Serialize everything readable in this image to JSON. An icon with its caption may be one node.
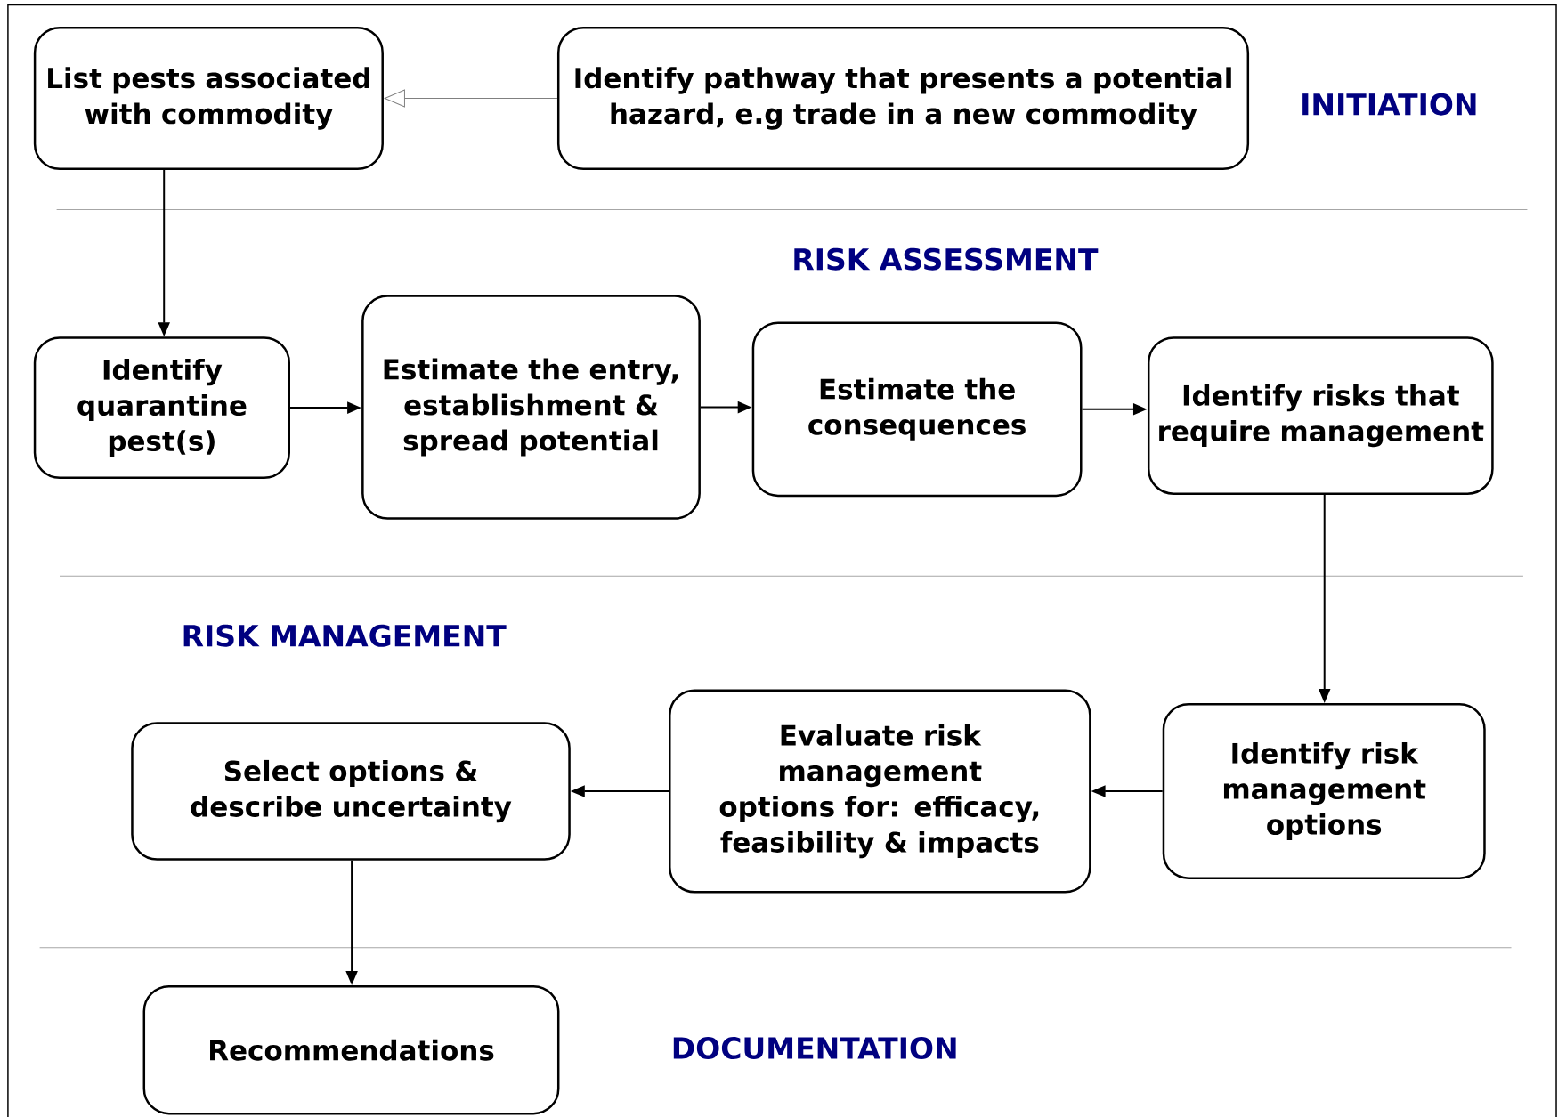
{
  "diagram": {
    "nodes": [
      {
        "text": [
          "List pests associated with commodity"
        ]
      },
      {
        "text": [
          "Identify pathway that presents a potential hazard, e.g trade in a new commodity"
        ]
      },
      {
        "text": [
          "Identify quarantine pest(s)"
        ]
      },
      {
        "text": [
          "Estimate the entry, establishment & spread potential"
        ]
      },
      {
        "text": [
          "Estimate the consequences"
        ]
      },
      {
        "text": [
          "Identify risks that require management"
        ]
      },
      {
        "text": [
          "Identify risk management options"
        ]
      },
      {
        "text": [
          "Evaluate risk management options for: efficacy, feasibility & impacts"
        ]
      },
      {
        "text": [
          "Select options & describe uncertainty"
        ]
      },
      {
        "text": [
          "Recommendations"
        ]
      }
    ],
    "edges": [
      {
        "from": 1,
        "to": 0,
        "arrow": "to",
        "color": "#808080"
      },
      {
        "from": 0,
        "to": 2,
        "arrow": "to"
      },
      {
        "from": 2,
        "to": 3,
        "arrow": "to"
      },
      {
        "from": 3,
        "to": 4,
        "arrow": "to"
      },
      {
        "from": 4,
        "to": 5,
        "arrow": "to"
      },
      {
        "from": 5,
        "to": 6,
        "arrow": "to"
      },
      {
        "from": 6,
        "to": 7,
        "arrow": "to"
      },
      {
        "from": 7,
        "to": 8,
        "arrow": "to"
      },
      {
        "from": 8,
        "to": 9,
        "arrow": "to"
      }
    ],
    "labels": [
      "INITIATION",
      "RISK ASSESSMENT",
      "RISK MANAGEMENT",
      "DOCUMENTATION"
    ]
  }
}
